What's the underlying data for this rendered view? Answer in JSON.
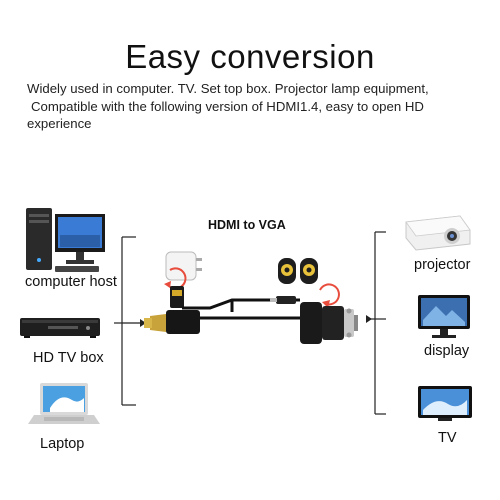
{
  "header": {
    "title": "Easy conversion",
    "description_lines": [
      "Widely used in computer. TV. Set top box. Projector lamp equipment,",
      "Compatible with the following version of HDMI1.4, easy to open HD",
      "experience"
    ]
  },
  "diagram": {
    "center_label": "HDMI  to VGA",
    "sources": [
      {
        "label": "computer host",
        "icon": "desktop-computer-icon"
      },
      {
        "label": "HD TV box",
        "icon": "dvd-player-icon"
      },
      {
        "label": "Laptop",
        "icon": "laptop-icon"
      }
    ],
    "outputs": [
      {
        "label": "projector",
        "icon": "projector-icon"
      },
      {
        "label": "display",
        "icon": "monitor-icon"
      },
      {
        "label": "TV",
        "icon": "tv-icon"
      }
    ],
    "accessories": [
      "usb-power-adapter-icon",
      "speakers-icon",
      "hdmi-vga-cable-icon"
    ]
  }
}
